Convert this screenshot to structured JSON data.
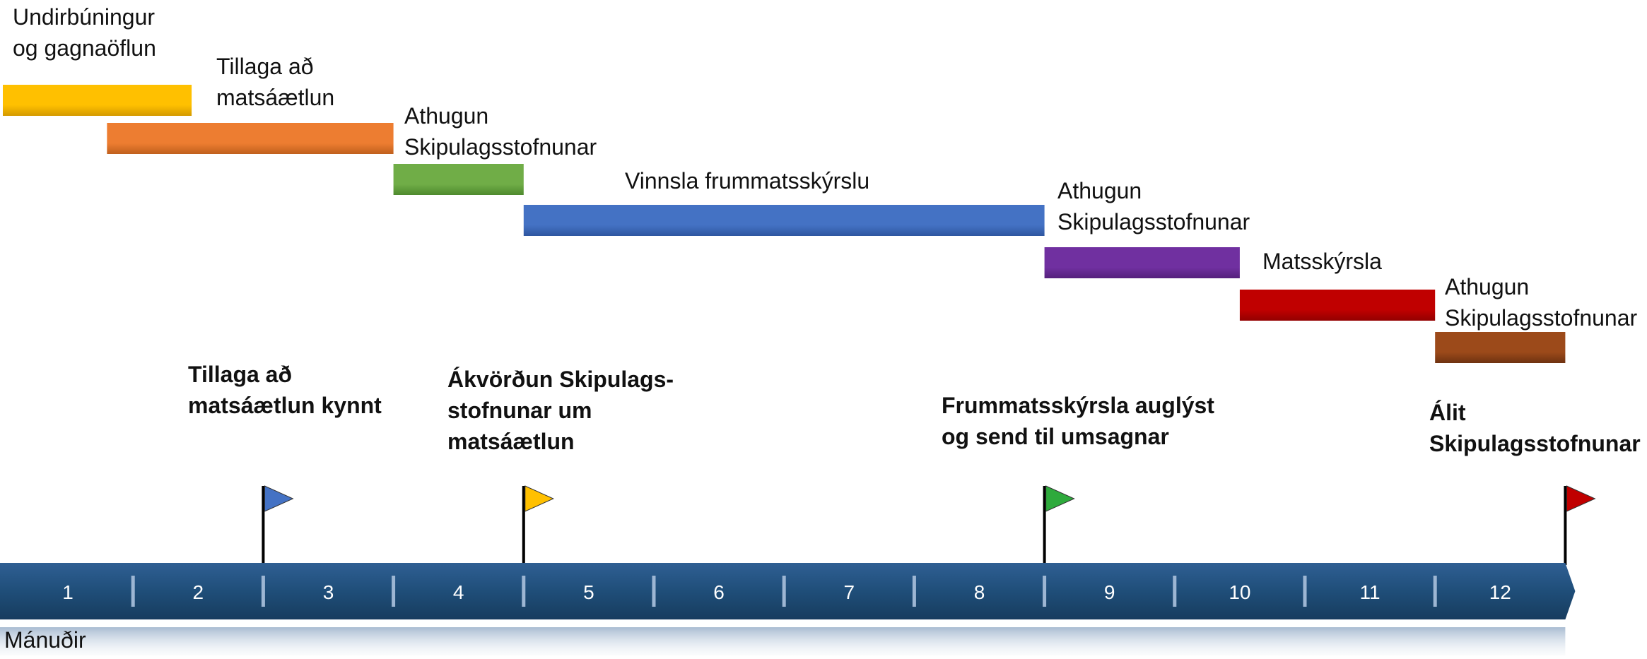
{
  "phases": [
    {
      "label": "Undirbúningur\nog gagnaöflun",
      "start": 0,
      "end": 1.45,
      "color": "#FFC000",
      "color_dark": "#D49A00"
    },
    {
      "label": "Tillaga að\nmatsáætlun",
      "start": 0.8,
      "end": 3.0,
      "color": "#ED7D31",
      "color_dark": "#C0601D"
    },
    {
      "label": "Athugun\nSkipulagsstofnunar",
      "start": 3.0,
      "end": 4.0,
      "color": "#70AD47",
      "color_dark": "#4E8A2E"
    },
    {
      "label": "Vinnsla frummatsskýrslu",
      "start": 4.0,
      "end": 8.0,
      "color": "#4472C4",
      "color_dark": "#2E56A0"
    },
    {
      "label": "Athugun\nSkipulagsstofnunar",
      "start": 8.0,
      "end": 9.5,
      "color": "#7030A0",
      "color_dark": "#55207C"
    },
    {
      "label": "Matsskýrsla",
      "start": 9.5,
      "end": 11.0,
      "color": "#C00000",
      "color_dark": "#930000"
    },
    {
      "label": "Athugun\nSkipulagsstofnunar",
      "start": 11.0,
      "end": 12.0,
      "color": "#9C4A1A",
      "color_dark": "#6E3210"
    }
  ],
  "milestones": [
    {
      "label": "Tillaga að\nmatsáætlun kynnt",
      "at": 2.0,
      "flag": "blue-flag-icon",
      "color": "#4472C4"
    },
    {
      "label": "Ákvörðun Skipulags-\nstofnunar um\nmatsáætlun",
      "at": 4.0,
      "flag": "yellow-flag-icon",
      "color": "#FFC000"
    },
    {
      "label": "Frummatsskýrsla auglýst\nog send til umsagnar",
      "at": 8.0,
      "flag": "green-flag-icon",
      "color": "#2EAA3C"
    },
    {
      "label": "Álit\nSkipulagsstofnunar",
      "at": 12.0,
      "flag": "red-flag-icon",
      "color": "#C00000"
    }
  ],
  "timeline": {
    "months": [
      "1",
      "2",
      "3",
      "4",
      "5",
      "6",
      "7",
      "8",
      "9",
      "10",
      "11",
      "12"
    ],
    "axis_caption": "Mánuðir",
    "bar_color": "#1F4E79",
    "separator_color": "#9DB6D3"
  }
}
